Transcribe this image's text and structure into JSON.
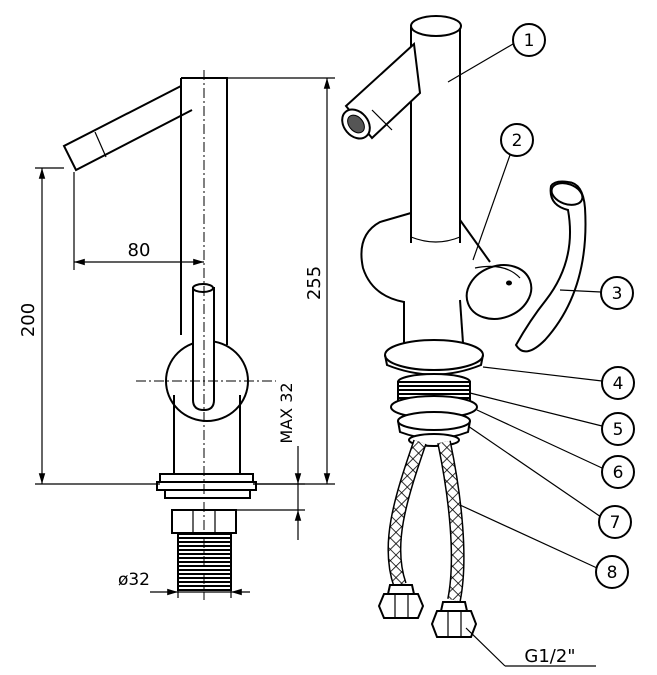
{
  "dimensions": {
    "spout_reach": "80",
    "overall_height": "255",
    "spout_height": "200",
    "max_thickness": "MAX 32",
    "hole_diameter": "ø32",
    "thread": "G1/2\""
  },
  "callouts": [
    "1",
    "2",
    "3",
    "4",
    "5",
    "6",
    "7",
    "8"
  ]
}
